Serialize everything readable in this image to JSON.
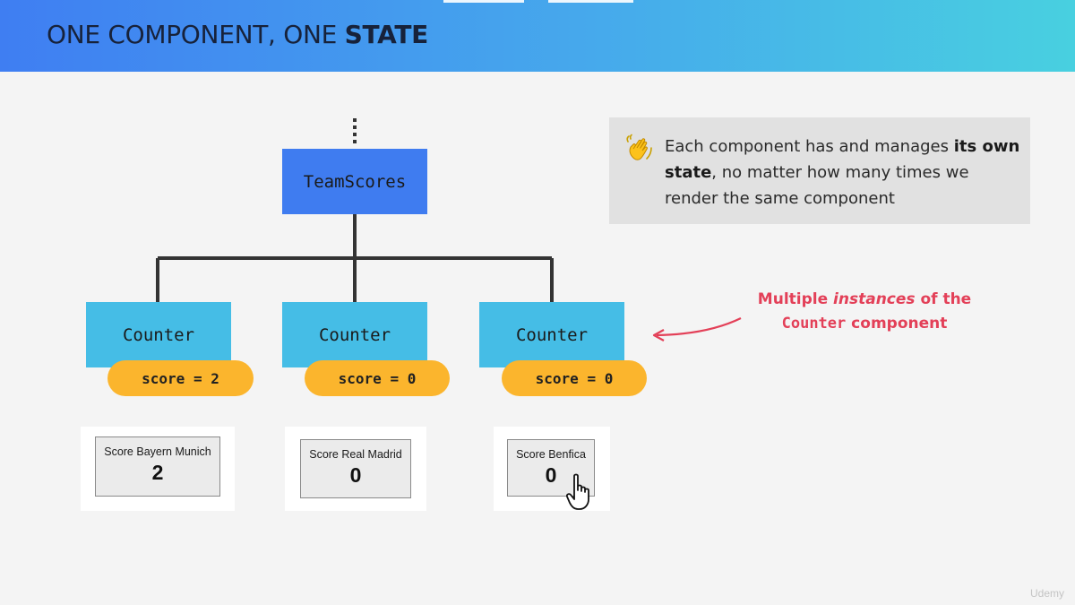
{
  "slide": {
    "title_part1": "ONE COMPONENT, ONE ",
    "title_part2": "STATE"
  },
  "tree": {
    "root": "TeamScores",
    "children": [
      {
        "label": "Counter",
        "state": "score = 2"
      },
      {
        "label": "Counter",
        "state": "score = 0"
      },
      {
        "label": "Counter",
        "state": "score = 0"
      }
    ]
  },
  "note": {
    "icon": "waving-hand-icon",
    "text_part1": "Each component has and manages ",
    "text_bold1": "its own state",
    "text_part2": ", no matter how many times we render the same component"
  },
  "annotation": {
    "part1": "Multiple ",
    "italic": "instances",
    "part2": " of the",
    "code": "Counter",
    "part3": " component",
    "color": "#e34058"
  },
  "ui_preview": [
    {
      "caption": "Score Bayern Munich",
      "value": "2"
    },
    {
      "caption": "Score Real Madrid",
      "value": "0"
    },
    {
      "caption": "Score Benfica",
      "value": "0"
    }
  ],
  "colors": {
    "root_box": "#3f7cf0",
    "counter_box": "#45bde6",
    "state_pill": "#fbb52d"
  },
  "watermark": "Udemy"
}
